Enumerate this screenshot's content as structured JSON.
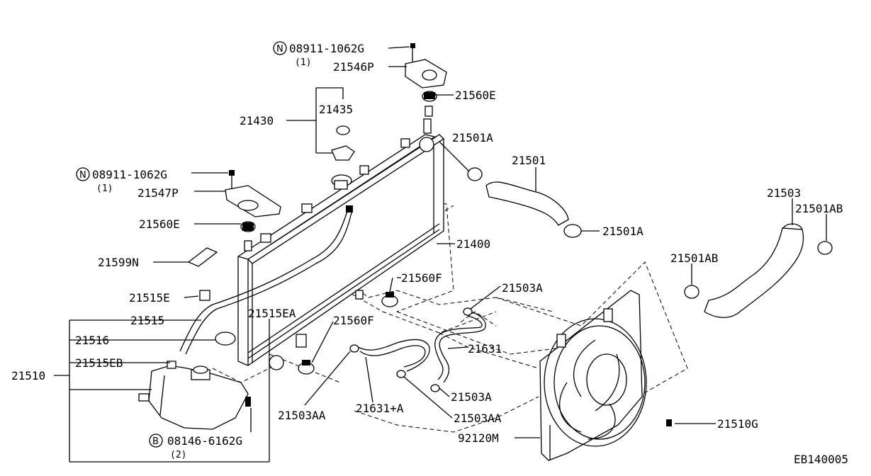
{
  "diagram_code": "EB140005",
  "labels": {
    "n_bolt_top": "08911-1062G",
    "n_bolt_top_qty": "(1)",
    "bracket_top": "21546P",
    "mount_top": "21560E",
    "cap_assy": "21430",
    "cap_seal": "21435",
    "hose_clamp_upper_a": "21501A",
    "upper_hose": "21501",
    "n_bolt_left": "08911-1062G",
    "n_bolt_left_qty": "(1)",
    "bracket_left": "21547P",
    "mount_left": "21560E",
    "upper_clamp_b": "21501A",
    "radiator": "21400",
    "label_plate": "21599N",
    "lower_hose": "21503",
    "lower_clamp_ab_top": "21501AB",
    "lower_clamp_ab_mid": "21501AB",
    "mount_lower_f1": "21560F",
    "clamp_21503a_top": "21503A",
    "clip_21515e": "21515E",
    "reservoir_hose": "21515",
    "reservoir_hose_ea": "21515EA",
    "mount_lower_f2": "21560F",
    "reservoir_cap": "21516",
    "reservoir_clip_eb": "21515EB",
    "reservoir_tank": "21510",
    "drain_hose": "21631",
    "clamp_21503a_bottom": "21503A",
    "clamp_21503aa_left": "21503AA",
    "drain_hose_a": "21631+A",
    "clamp_21503aa_right": "21503AA",
    "shroud_bolt": "21510G",
    "fan_shroud": "92120M",
    "b_bolt": "08146-6162G",
    "b_bolt_qty": "(2)",
    "n_symbol": "N",
    "b_symbol": "B"
  }
}
